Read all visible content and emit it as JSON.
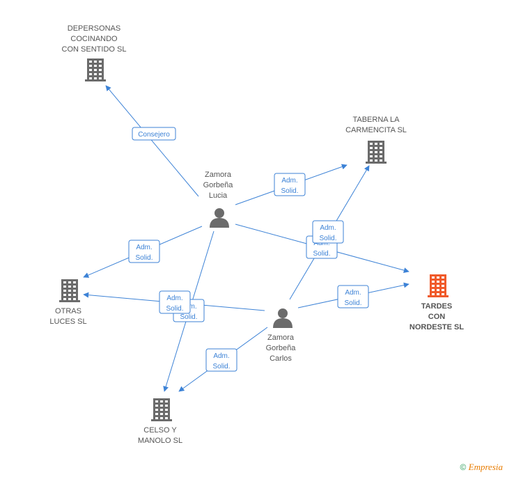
{
  "colors": {
    "edge": "#3c82d6",
    "company": "#6b6b6b",
    "company_highlight": "#f05a2a",
    "person": "#6b6b6b",
    "label": "#555555"
  },
  "nodes": {
    "depersonas": {
      "lines": [
        "DEPERSONAS",
        "COCINANDO",
        "CON SENTIDO SL"
      ],
      "type": "company",
      "icon": "building-icon"
    },
    "taberna": {
      "lines": [
        "TABERNA LA",
        "CARMENCITA SL"
      ],
      "type": "company",
      "icon": "building-icon"
    },
    "tardes": {
      "lines": [
        "TARDES",
        "CON",
        "NORDESTE SL"
      ],
      "type": "company-highlight",
      "icon": "building-icon"
    },
    "otras": {
      "lines": [
        "OTRAS",
        "LUCES SL"
      ],
      "type": "company",
      "icon": "building-icon"
    },
    "celso": {
      "lines": [
        "CELSO Y",
        "MANOLO SL"
      ],
      "type": "company",
      "icon": "building-icon"
    },
    "lucia": {
      "lines": [
        "Zamora",
        "Gorbeña",
        "Lucia"
      ],
      "type": "person",
      "icon": "person-icon"
    },
    "carlos": {
      "lines": [
        "Zamora",
        "Gorbeña",
        "Carlos"
      ],
      "type": "person",
      "icon": "person-icon"
    }
  },
  "edges": [
    {
      "from": "lucia",
      "to": "depersonas",
      "label": [
        "Consejero"
      ]
    },
    {
      "from": "lucia",
      "to": "taberna",
      "label": [
        "Adm.",
        "Solid."
      ]
    },
    {
      "from": "lucia",
      "to": "tardes",
      "label": [
        "Adm.",
        "Solid."
      ]
    },
    {
      "from": "lucia",
      "to": "otras",
      "label": [
        "Adm.",
        "Solid."
      ]
    },
    {
      "from": "lucia",
      "to": "celso",
      "label": [
        "Adm.",
        "Solid."
      ]
    },
    {
      "from": "carlos",
      "to": "taberna",
      "label": [
        "Adm.",
        "Solid."
      ]
    },
    {
      "from": "carlos",
      "to": "tardes",
      "label": [
        "Adm.",
        "Solid."
      ]
    },
    {
      "from": "carlos",
      "to": "otras",
      "label": [
        "Adm.",
        "Solid."
      ]
    },
    {
      "from": "carlos",
      "to": "celso",
      "label": [
        "Adm.",
        "Solid."
      ]
    }
  ],
  "footer": {
    "copyright": "©",
    "brand": "Empresia"
  }
}
